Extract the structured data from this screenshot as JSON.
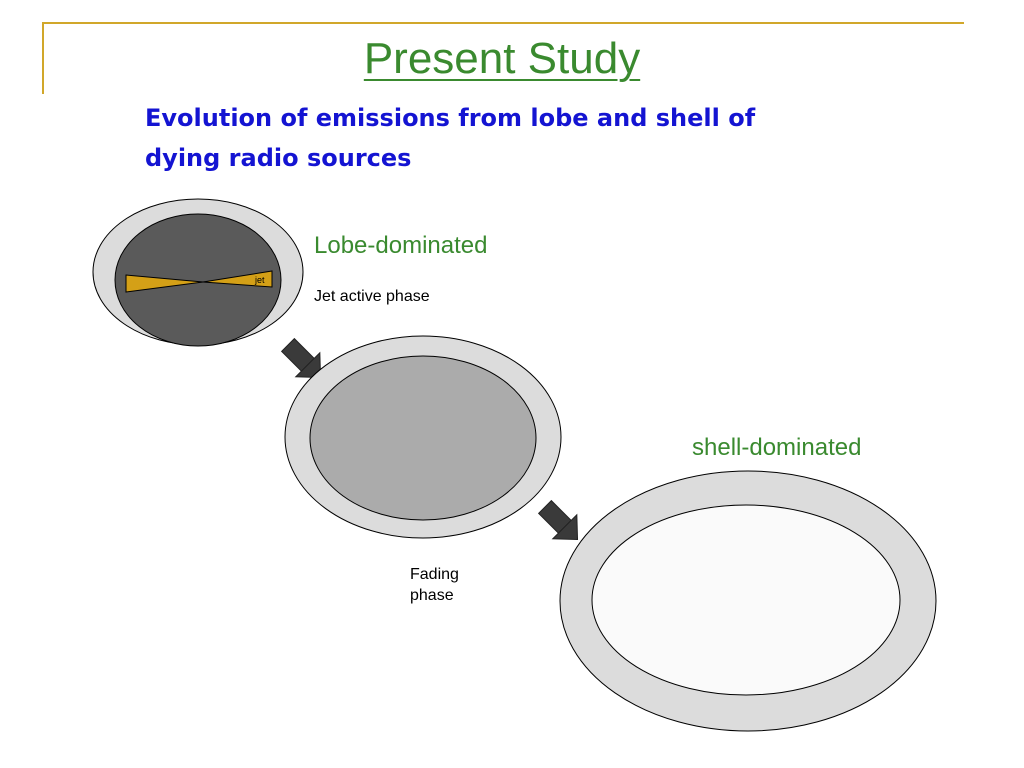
{
  "slide": {
    "title": "Present Study",
    "subtitle_line1": "Evolution of emissions from lobe and shell of",
    "subtitle_line2": "dying radio sources"
  },
  "stages": {
    "lobe_label": "Lobe-dominated",
    "jet_phase_label": "Jet active phase",
    "jet_label": "jet",
    "fading_label_line1": "Fading",
    "fading_label_line2": "phase",
    "shell_label": "shell-dominated"
  },
  "colors": {
    "title": "#3a8a2f",
    "subtitle": "#1414d2",
    "shell": "#dcdcdc",
    "lobe_active": "#5a5a5a",
    "lobe_fading": "#ababab",
    "lobe_empty": "#fafafa",
    "jet": "#d4a017",
    "arrow": "#3a3a3a"
  }
}
